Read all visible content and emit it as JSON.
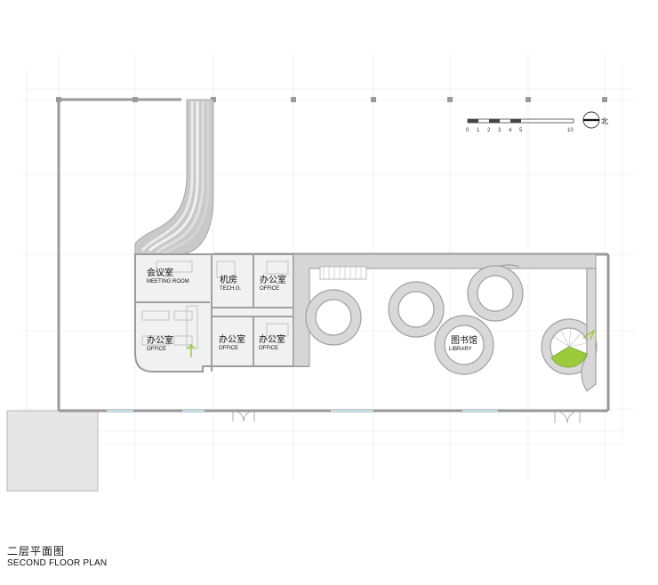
{
  "rooms": {
    "meeting": {
      "cn": "会议室",
      "en": "MEETING ROOM"
    },
    "tech": {
      "cn": "机房",
      "en": "TECH.G."
    },
    "office_top": {
      "cn": "办公室",
      "en": "OFFICE"
    },
    "office_left": {
      "cn": "办公室",
      "en": "OFFICE"
    },
    "office_mid": {
      "cn": "办公室",
      "en": "OFFICE"
    },
    "office_right": {
      "cn": "办公室",
      "en": "OFFICE"
    },
    "library": {
      "cn": "图书馆",
      "en": "LIBRARY"
    }
  },
  "scale_bar": {
    "ticks": [
      "0",
      "1",
      "2",
      "3",
      "4",
      "5",
      "10"
    ]
  },
  "north": {
    "label": "北"
  },
  "title": {
    "cn": "二层平面图",
    "en": "SECOND FLOOR PLAN"
  },
  "colors": {
    "stair_accent": "#9bcb3b",
    "wall": "#9a9a9a",
    "grid": "#e6e6e6",
    "floor_fill": "#dcdcdc"
  }
}
